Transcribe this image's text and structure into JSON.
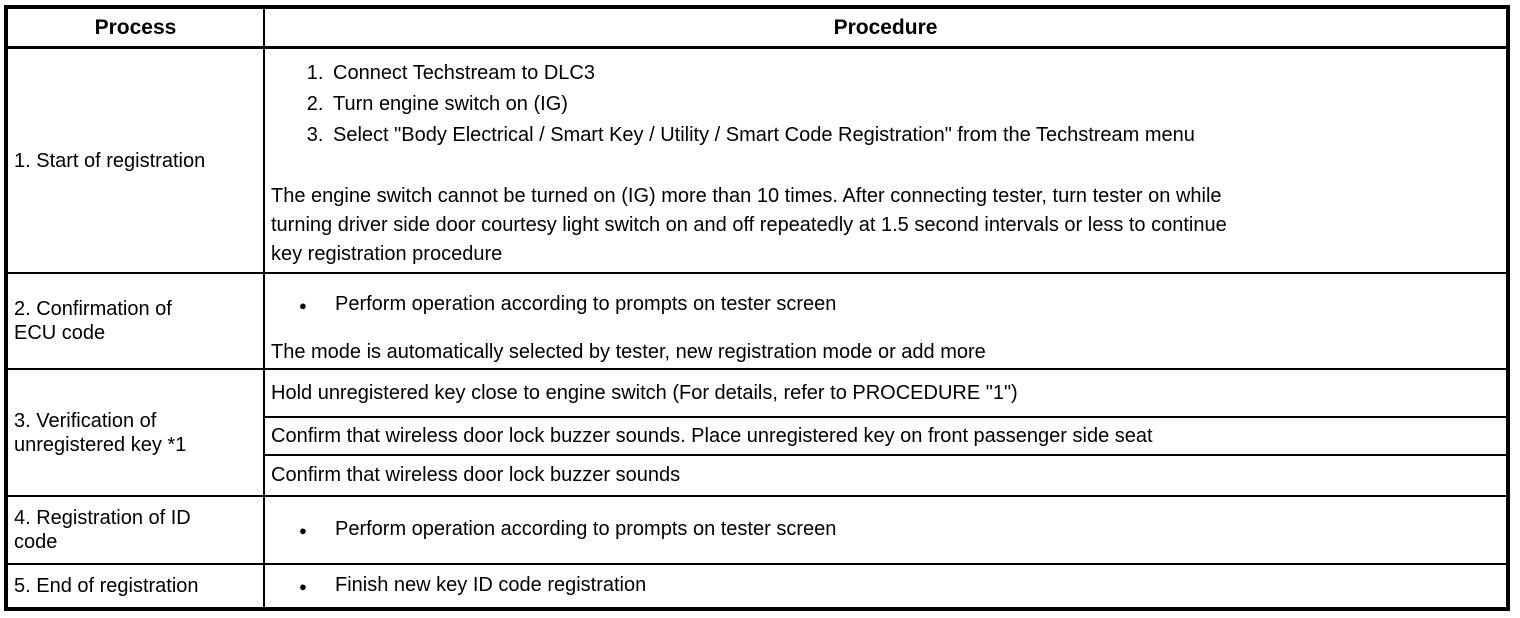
{
  "table": {
    "headers": {
      "process": "Process",
      "procedure": "Procedure"
    },
    "rows": [
      {
        "process_lines": [
          "1. Start of registration"
        ],
        "steps": [
          "Connect Techstream to DLC3",
          "Turn engine switch on (IG)",
          "Select \"Body Electrical / Smart Key / Utility / Smart Code Registration\" from the Techstream menu"
        ],
        "note_lines": [
          "The engine switch cannot be turned on (IG) more than 10 times. After connecting tester, turn tester on while",
          "turning driver side door courtesy light switch on and off repeatedly at 1.5 second intervals or less to continue",
          "key registration procedure"
        ]
      },
      {
        "process_lines": [
          "2. Confirmation of",
          "ECU code"
        ],
        "bullet": "Perform operation according to prompts on tester screen",
        "note": "The mode is automatically selected by tester, new registration mode or add more"
      },
      {
        "process_lines": [
          "3. Verification of",
          "unregistered key *1"
        ],
        "subrows": [
          "Hold unregistered key close to engine switch (For details, refer to PROCEDURE \"1\")",
          "Confirm that wireless door lock buzzer sounds. Place unregistered key on front passenger side seat",
          "Confirm that wireless door lock buzzer sounds"
        ]
      },
      {
        "process_lines": [
          "4. Registration of ID",
          "code"
        ],
        "bullet": "Perform operation according to prompts on tester screen"
      },
      {
        "process_lines": [
          "5. End of registration"
        ],
        "bullet": "Finish new key ID code registration"
      }
    ]
  },
  "icons": {
    "bullet": "●"
  },
  "colors": {
    "border": "#000000",
    "background": "#ffffff",
    "text": "#000000"
  }
}
